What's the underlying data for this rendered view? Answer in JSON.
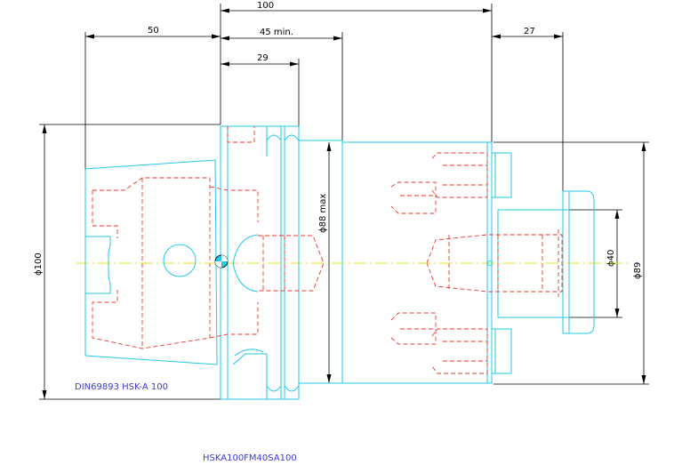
{
  "dimensions": {
    "d100_top": "100",
    "d50": "50",
    "d45": "45 min.",
    "d29": "29",
    "d27": "27",
    "dia100": "ϕ100",
    "dia88": "ϕ88 max",
    "dia40": "ϕ40",
    "dia89": "ϕ89"
  },
  "labels": {
    "standard": "DIN69893 HSK-A 100",
    "part_number": "HSKA100FM40SA100"
  },
  "colors": {
    "outline": "#22c8e6",
    "hidden": "#e43a32",
    "centerline": "#e2e020",
    "dimension": "#000000",
    "note": "#3a3ad0"
  }
}
